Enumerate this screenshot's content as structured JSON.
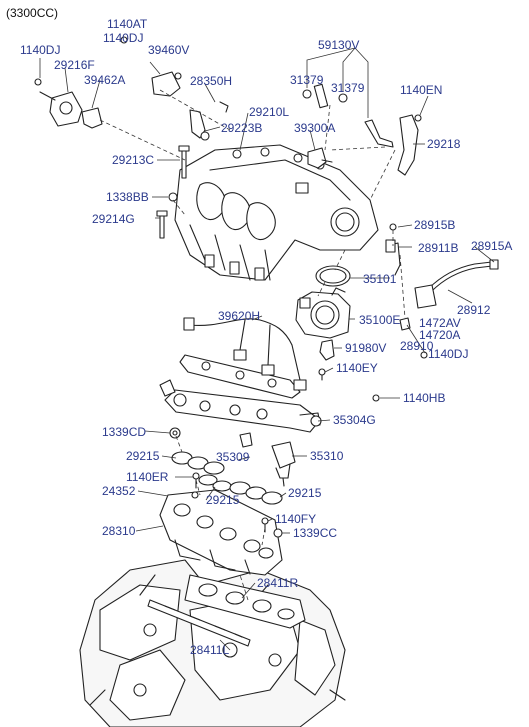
{
  "header": {
    "engine_variant": "(3300CC)"
  },
  "colors": {
    "label": "#2b3a8c",
    "line": "#222222",
    "fill": "#ffffff",
    "hatch": "#555555"
  },
  "parts": {
    "p1140at": "1140AT",
    "p1140dj_top": "1140DJ",
    "p1140dj_left": "1140DJ",
    "p39460v": "39460V",
    "p59130v": "59130V",
    "p29216f": "29216F",
    "p39462a": "39462A",
    "p28350h": "28350H",
    "p31379_a": "31379",
    "p31379_b": "31379",
    "p1140en": "1140EN",
    "p29210l": "29210L",
    "p29223b": "29223B",
    "p39300a": "39300A",
    "p29218": "29218",
    "p29213c": "29213C",
    "p1338bb": "1338BB",
    "p29214g": "29214G",
    "p28915b": "28915B",
    "p28911b": "28911B",
    "p28915a": "28915A",
    "p35101": "35101",
    "p28912": "28912",
    "p35100e": "35100E",
    "p1472av": "1472AV",
    "p14720a": "14720A",
    "p39620h": "39620H",
    "p28910": "28910",
    "p91980v": "91980V",
    "p1140dj_right": "1140DJ",
    "p1140ey": "1140EY",
    "p1140hb": "1140HB",
    "p35304g": "35304G",
    "p1339cd": "1339CD",
    "p29215_a": "29215",
    "p35309": "35309",
    "p35310": "35310",
    "p1140er": "1140ER",
    "p24352": "24352",
    "p29215_b": "29215",
    "p29215_c": "29215",
    "p28310": "28310",
    "p1140fy": "1140FY",
    "p1339cc": "1339CC",
    "p28411r": "28411R",
    "p28411l": "28411L"
  }
}
